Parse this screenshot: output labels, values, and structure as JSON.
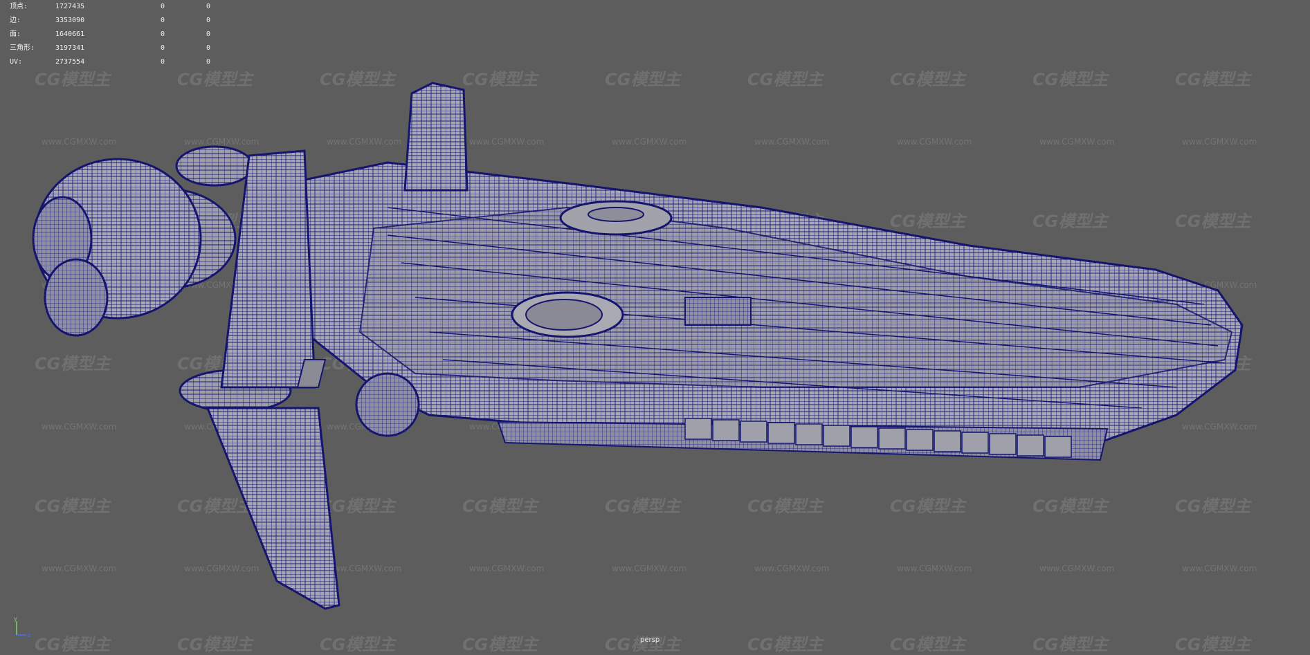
{
  "hud": {
    "rows": [
      {
        "label": "顶点:",
        "value": "1727435",
        "a": "0",
        "b": "0"
      },
      {
        "label": "边:",
        "value": "3353090",
        "a": "0",
        "b": "0"
      },
      {
        "label": "面:",
        "value": "1640661",
        "a": "0",
        "b": "0"
      },
      {
        "label": "三角形:",
        "value": "3197341",
        "a": "0",
        "b": "0"
      },
      {
        "label": "UV:",
        "value": "2737554",
        "a": "0",
        "b": "0"
      }
    ]
  },
  "watermark": {
    "brand": "CG模型主",
    "url": "www.CGMXW.com"
  },
  "viewport": {
    "camera": "persp",
    "axis_y": "y",
    "axis_z": "z",
    "background_color": "#5d5d5d",
    "wire_color": "#1a1a7a",
    "mesh_color": "#a9a9b0"
  }
}
